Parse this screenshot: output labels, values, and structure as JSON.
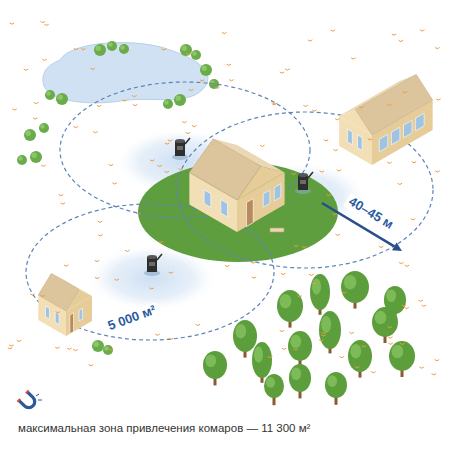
{
  "diagram": {
    "caption": "максимальная зона привлечения комаров — 11 300 м²",
    "labels": [
      "40–45 м",
      "5 000 м²"
    ]
  }
}
